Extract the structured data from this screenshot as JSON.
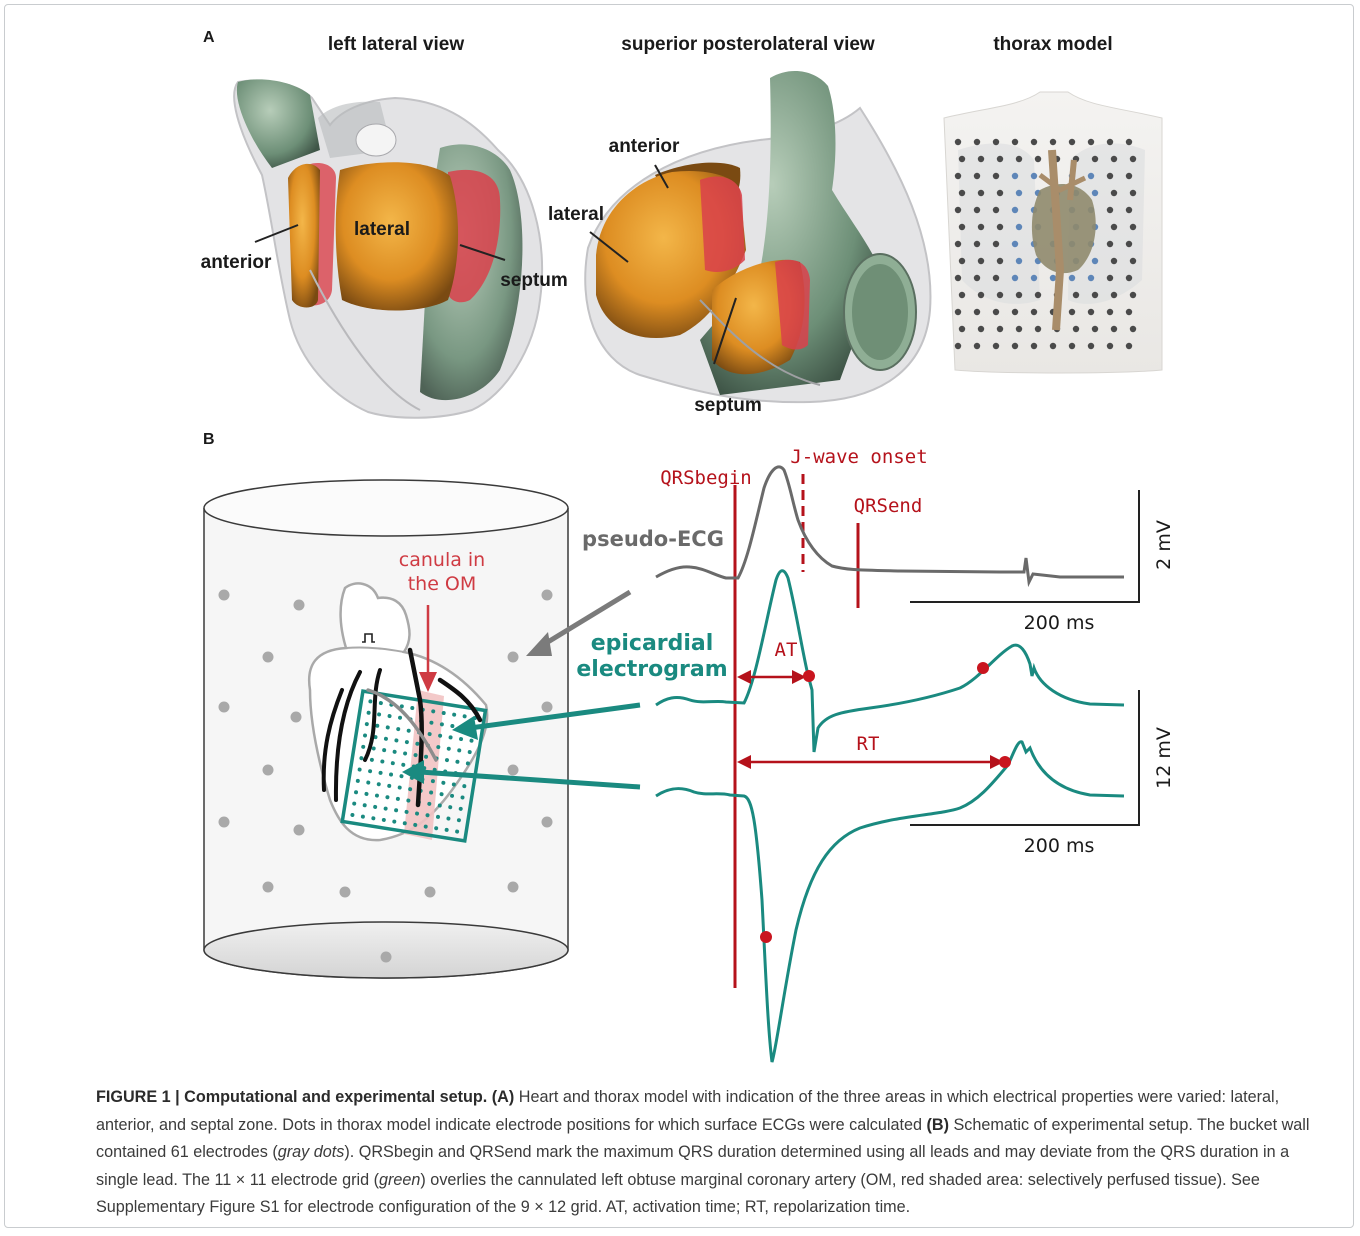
{
  "panel_a": {
    "letter": "A",
    "views": [
      {
        "title": "left lateral view",
        "labels": [
          "anterior",
          "lateral",
          "septum"
        ]
      },
      {
        "title": "superior posterolateral view",
        "labels": [
          "anterior",
          "lateral",
          "septum"
        ]
      },
      {
        "title": "thorax model"
      }
    ]
  },
  "panel_b": {
    "letter": "B",
    "canula_line1": "canula in",
    "canula_line2": "the OM",
    "qrs_begin": "QRSbegin",
    "j_wave": "J-wave onset",
    "qrs_end": "QRSend",
    "pseudo_ecg": "pseudo-ECG",
    "epi_line1": "epicardial",
    "epi_line2": "electrogram",
    "at": "AT",
    "rt": "RT",
    "scale_top_mv": "2 mV",
    "scale_top_ms": "200 ms",
    "scale_bottom_mv": "12 mV",
    "scale_bottom_ms": "200 ms"
  },
  "colors": {
    "dark_red": "#b5121b",
    "teal": "#1a8a80",
    "gray_trace": "#6a6a6a",
    "orange": "#e0962a",
    "green_tissue": "#7a9a82"
  },
  "caption": {
    "figure_label": "FIGURE 1 | Computational and experimental setup.",
    "a_label": "(A)",
    "a_text": "Heart and thorax model with indication of the three areas in which electrical properties were varied: lateral, anterior, and septal zone. Dots in thorax model indicate electrode positions for which surface ECGs were calculated",
    "b_label": "(B)",
    "b_text1": "Schematic of experimental setup. The bucket wall contained 61 electrodes (",
    "b_em1": "gray dots",
    "b_text2": "). QRSbegin and QRSend mark the maximum QRS duration determined using all leads and may deviate from the QRS duration in a single lead. The 11 × 11 electrode grid (",
    "b_em2": "green",
    "b_text3": ") overlies the cannulated left obtuse marginal coronary artery (OM, red shaded area: selectively perfused tissue). See Supplementary Figure S1 for electrode configuration of the 9 × 12 grid. AT, activation time; RT, repolarization time."
  }
}
